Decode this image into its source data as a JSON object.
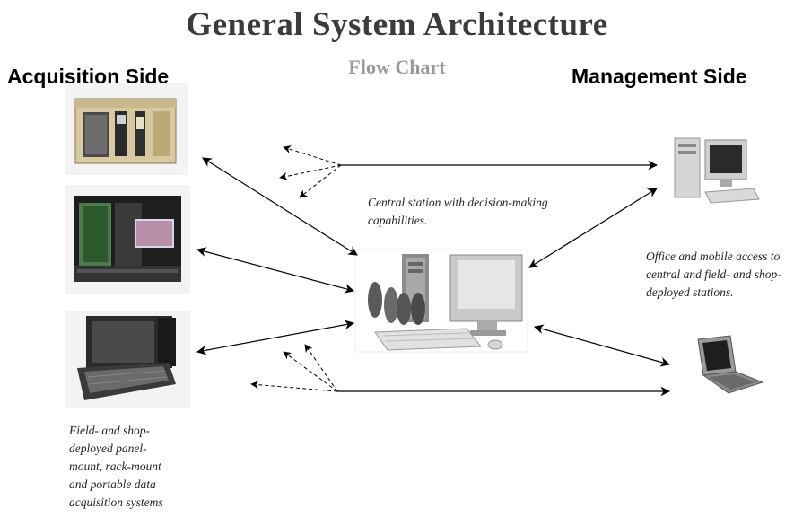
{
  "header": {
    "title": "General System Architecture",
    "subtitle": "Flow Chart"
  },
  "sides": {
    "acquisition": "Acquisition Side",
    "management": "Management Side"
  },
  "captions": {
    "central": "Central station with decision-making capabilities.",
    "office": "Office and mobile access to central and field- and shop-deployed stations.",
    "field": "Field- and shop-deployed panel-mount, rack-mount and portable data acquisition systems"
  },
  "colors": {
    "title": "#3b3b3b",
    "subtitle": "#9a9a9a",
    "arrow": "#000000"
  },
  "icons": [
    "panel-mount-unit-icon",
    "rack-mount-unit-icon",
    "portable-acquisition-laptop-icon",
    "central-station-computer-icon",
    "office-desktop-computer-icon",
    "mobile-laptop-icon"
  ]
}
